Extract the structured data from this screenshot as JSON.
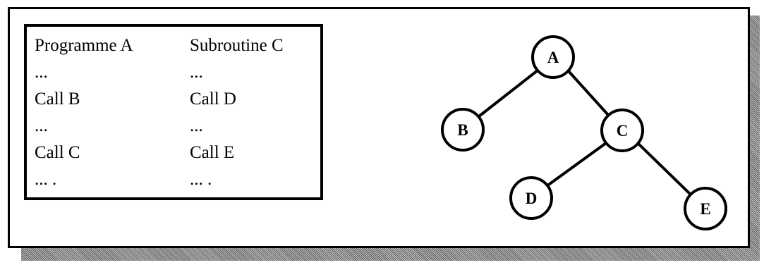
{
  "code": {
    "programme_a": {
      "lines": [
        "Programme A",
        "...",
        "Call B",
        "...",
        "Call C",
        "... ."
      ]
    },
    "subroutine_c": {
      "lines": [
        "Subroutine C",
        "...",
        "Call D",
        "...",
        "Call E",
        "... ."
      ]
    }
  },
  "tree": {
    "nodes": {
      "a": "A",
      "b": "B",
      "c": "C",
      "d": "D",
      "e": "E"
    }
  }
}
